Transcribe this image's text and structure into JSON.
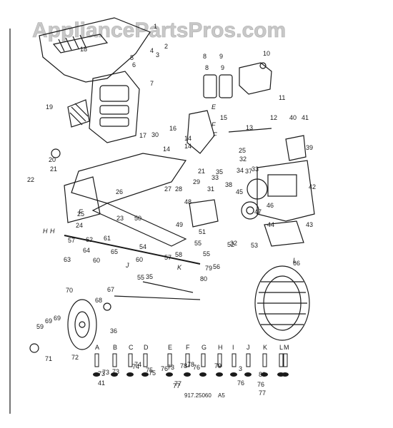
{
  "watermark": "AppliancePartsPros.com",
  "diagram_code": "917.25060",
  "diagram_suffix": "A5",
  "part_callouts": [
    "1",
    "2",
    "3",
    "4",
    "5",
    "6",
    "7",
    "8",
    "8",
    "9",
    "9",
    "10",
    "11",
    "12",
    "13",
    "14",
    "14",
    "14",
    "15",
    "16",
    "17",
    "18",
    "19",
    "20",
    "21",
    "21",
    "22",
    "23",
    "24",
    "25",
    "25",
    "26",
    "27",
    "28",
    "29",
    "30",
    "31",
    "32",
    "32",
    "33",
    "33",
    "34",
    "35",
    "35",
    "36",
    "37",
    "38",
    "39",
    "40",
    "41",
    "42",
    "43",
    "44",
    "45",
    "46",
    "47",
    "48",
    "49",
    "50",
    "51",
    "52",
    "53",
    "54",
    "55",
    "55",
    "55",
    "56",
    "57",
    "57",
    "58",
    "59",
    "60",
    "60",
    "61",
    "62",
    "63",
    "64",
    "65",
    "66",
    "67",
    "68",
    "69",
    "69",
    "70",
    "71",
    "72",
    "73",
    "73",
    "74",
    "75",
    "76",
    "77",
    "78",
    "79",
    "79",
    "80"
  ],
  "hardware_letters": [
    "A",
    "B",
    "C",
    "D",
    "E",
    "F",
    "G",
    "H",
    "I",
    "J",
    "K",
    "L",
    "M"
  ],
  "hardware_numbers": [
    "73",
    "41",
    "74",
    "75",
    "76",
    "73",
    "77",
    "78",
    "3",
    "76",
    "80",
    "76",
    "77"
  ],
  "reference_marks": [
    "E",
    "F",
    "F",
    "F",
    "H",
    "H",
    "J",
    "K",
    "L"
  ],
  "colors": {
    "ink": "#1a1a1a",
    "watermark": "#c8c8c8",
    "paper": "#ffffff"
  }
}
